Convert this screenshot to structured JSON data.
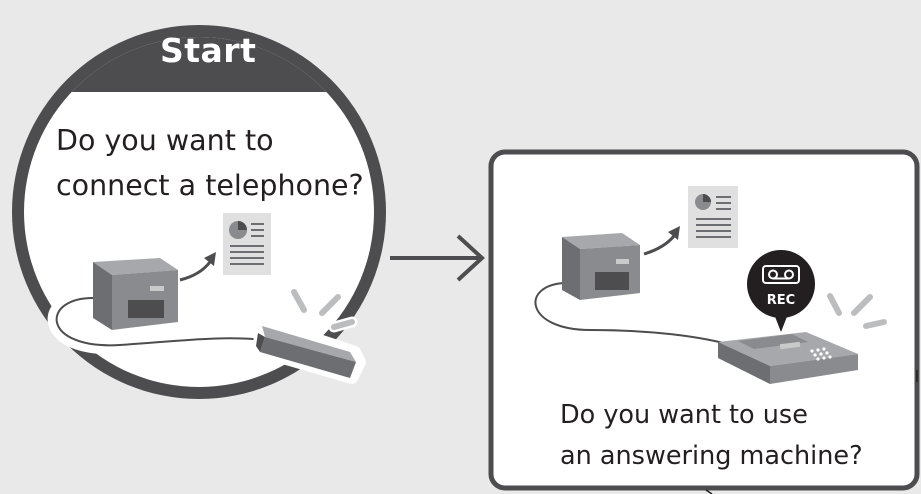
{
  "start": {
    "title": "Start",
    "question_line1": "Do you want to",
    "question_line2": "connect a telephone?"
  },
  "next": {
    "question_line1": "Do you want to use",
    "question_line2": "an answering machine?"
  },
  "rec_badge": "REC",
  "colors": {
    "background": "#e9e9e9",
    "dark": "#4d4d4f",
    "panel": "#ffffff",
    "device": "#8a8b8e"
  },
  "icons": [
    "printer-icon",
    "document-icon",
    "telephone-icon",
    "fax-machine-icon",
    "voicemail-icon"
  ]
}
